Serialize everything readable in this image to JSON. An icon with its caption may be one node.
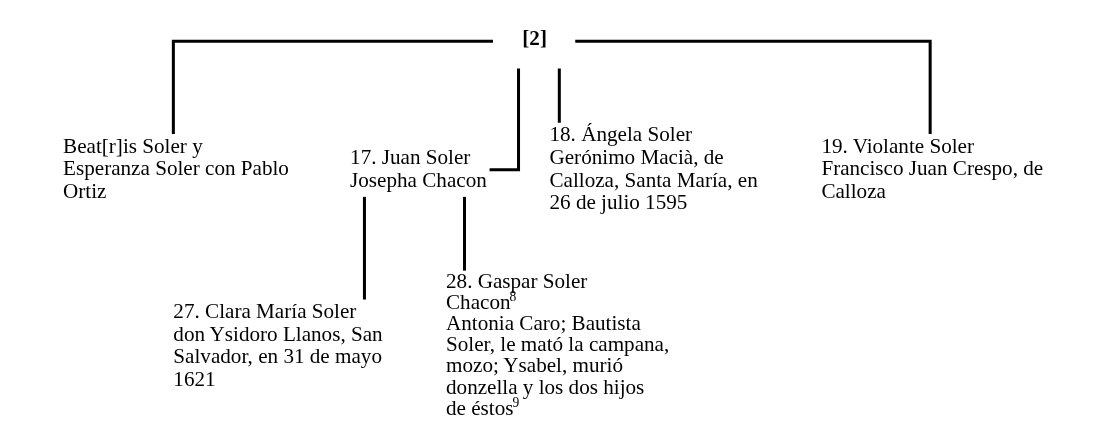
{
  "diagram": {
    "nodes": [
      {
        "text": [
          "[2]"
        ]
      },
      {
        "text": [
          "Beat[r]is Soler y Esperanza Soler con Pablo Ortiz"
        ]
      },
      {
        "text": [
          "17. Juan Soler",
          "Josepha Chacon"
        ]
      },
      {
        "text": [
          "18. Ángela Soler",
          "Gerónimo Macià, de Calloza, Santa María, en 26 de julio 1595"
        ]
      },
      {
        "text": [
          "19. Violante Soler",
          "Francisco Juan Crespo, de Calloza"
        ]
      },
      {
        "text": [
          "27. Clara María Soler",
          "don Ysidoro Llanos, San Salvador, en 31 de mayo 1621"
        ]
      },
      {
        "text": [
          "28. Gaspar Soler Chacon$^{8}$",
          "Antonia Caro; Bautista Soler, le mató la campana, mozo; Ysabel, murió donzella y los dos hijos de éstos$^{9}$"
        ]
      }
    ],
    "edges": [
      {
        "from": 0,
        "to": 1,
        "arrow": "none"
      },
      {
        "from": 0,
        "to": 2,
        "arrow": "none"
      },
      {
        "from": 0,
        "to": 3,
        "arrow": "none"
      },
      {
        "from": 0,
        "to": 4,
        "arrow": "none"
      },
      {
        "from": 2,
        "to": 5,
        "arrow": "none"
      },
      {
        "from": 2,
        "to": 6,
        "arrow": "none"
      }
    ]
  }
}
